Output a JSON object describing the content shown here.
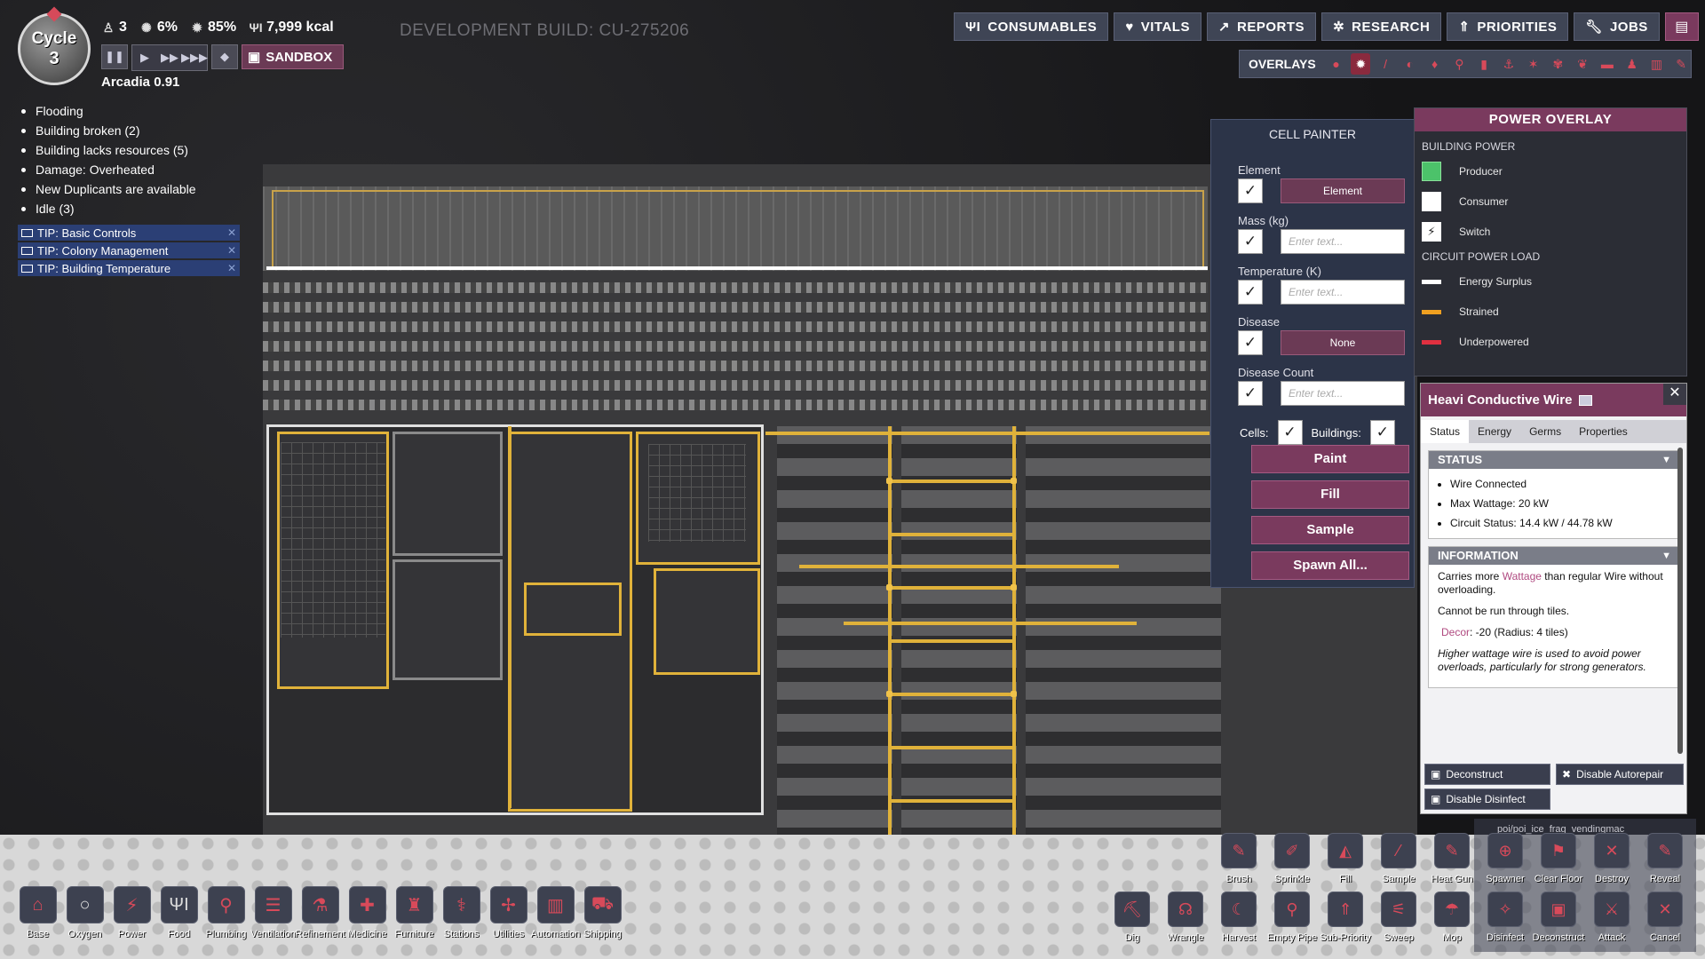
{
  "hud": {
    "cycle_label": "Cycle",
    "cycle_number": "3",
    "stats": [
      {
        "icon": "duplicant-icon",
        "value": "3"
      },
      {
        "icon": "germ-icon",
        "value": "6%"
      },
      {
        "icon": "stress-icon",
        "value": "85%"
      },
      {
        "icon": "food-icon",
        "value": "7,999 kcal"
      }
    ],
    "sandbox_label": "SANDBOX",
    "colony_name": "Arcadia 0.91",
    "dev_build": "DEVELOPMENT BUILD: CU-275206"
  },
  "alerts": [
    "Flooding",
    "Building broken (2)",
    "Building lacks resources (5)",
    "Damage: Overheated",
    "New Duplicants are available",
    "Idle (3)"
  ],
  "tips": [
    "TIP: Basic Controls",
    "TIP: Colony Management",
    "TIP: Building Temperature"
  ],
  "top_menu": [
    "CONSUMABLES",
    "VITALS",
    "REPORTS",
    "RESEARCH",
    "PRIORITIES",
    "JOBS"
  ],
  "overlays_label": "OVERLAYS",
  "cell_painter": {
    "title": "CELL PAINTER",
    "element_label": "Element",
    "element_value": "Element",
    "mass_label": "Mass (kg)",
    "mass_placeholder": "Enter text...",
    "temperature_label": "Temperature (K)",
    "temperature_placeholder": "Enter text...",
    "disease_label": "Disease",
    "disease_value": "None",
    "disease_count_label": "Disease Count",
    "disease_count_placeholder": "Enter text...",
    "cells_label": "Cells:",
    "buildings_label": "Buildings:",
    "actions": [
      "Paint",
      "Fill",
      "Sample",
      "Spawn All..."
    ]
  },
  "power_overlay": {
    "title": "POWER OVERLAY",
    "building_power_label": "BUILDING POWER",
    "building_items": [
      {
        "label": "Producer",
        "color": "#4cc26a"
      },
      {
        "label": "Consumer",
        "color": "#ffffff"
      },
      {
        "label": "Switch",
        "color": "#ffffff"
      }
    ],
    "circuit_label": "CIRCUIT POWER LOAD",
    "circuit_items": [
      {
        "label": "Energy Surplus",
        "color": "#ffffff"
      },
      {
        "label": "Strained",
        "color": "#f0a020"
      },
      {
        "label": "Underpowered",
        "color": "#e03040"
      }
    ]
  },
  "detail": {
    "title": "Heavi Conductive Wire",
    "tabs": [
      "Status",
      "Energy",
      "Germs",
      "Properties"
    ],
    "status_heading": "STATUS",
    "status_items": [
      "Wire Connected",
      "Max Wattage: 20 kW",
      "Circuit Status: 14.4 kW / 44.78 kW"
    ],
    "info_heading": "INFORMATION",
    "info_line1_pre": "Carries more ",
    "info_line1_link": "Wattage",
    "info_line1_post": " than regular Wire without overloading.",
    "info_line2": "Cannot be run through tiles.",
    "info_decor_link": "Decor",
    "info_decor_rest": ": -20 (Radius: 4 tiles)",
    "info_flavor": "Higher wattage wire is used to avoid power overloads, particularly for strong generators.",
    "actions": [
      "Deconstruct",
      "Disable Autorepair",
      "Disable Disinfect"
    ]
  },
  "build_menu": [
    "Base",
    "Oxygen",
    "Power",
    "Food",
    "Plumbing",
    "Ventilation",
    "Refinement",
    "Medicine",
    "Furniture",
    "Stations",
    "Utilities",
    "Automation",
    "Shipping"
  ],
  "sandbox_tools_row1": [
    "Brush",
    "Sprinkle",
    "Fill",
    "Sample",
    "Heat Gun",
    "Spawner",
    "Clear Floor",
    "Destroy",
    "Reveal"
  ],
  "tools_row2": [
    "Dig",
    "Wrangle",
    "Harvest",
    "Empty Pipe",
    "Sub-Priority",
    "Sweep",
    "Mop",
    "Disinfect",
    "Deconstruct",
    "Attack",
    "Cancel"
  ],
  "spawner_hint": "poi/poi_ice_frag_vendingmac"
}
